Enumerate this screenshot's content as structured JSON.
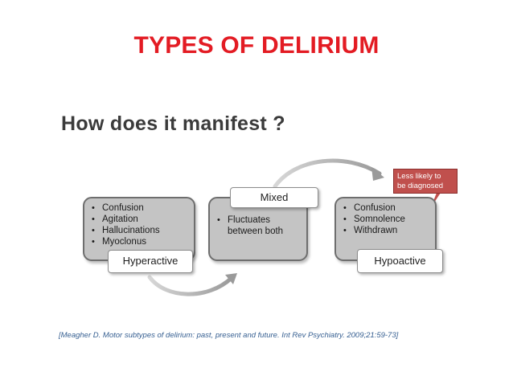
{
  "slide": {
    "title": "TYPES OF DELIRIUM",
    "subtitle": "How does it manifest ?"
  },
  "diagram": {
    "hyperactive": {
      "label": "Hyperactive",
      "symptoms": [
        "Confusion",
        "Agitation",
        "Hallucinations",
        "Myoclonus"
      ]
    },
    "mixed": {
      "label": "Mixed",
      "symptoms": [
        "Fluctuates between both"
      ]
    },
    "hypoactive": {
      "label": "Hypoactive",
      "symptoms": [
        "Confusion",
        "Somnolence",
        "Withdrawn"
      ]
    },
    "callout": {
      "line1": "Less likely to",
      "line2": "be diagnosed"
    }
  },
  "reference": "[Meagher D. Motor subtypes of delirium: past, present and future. Int Rev Psychiatry. 2009;21:59-73]",
  "colors": {
    "title": "#e31b23",
    "panel": "#c4c4c4",
    "callout": "#c0504d",
    "reference": "#365f91"
  }
}
